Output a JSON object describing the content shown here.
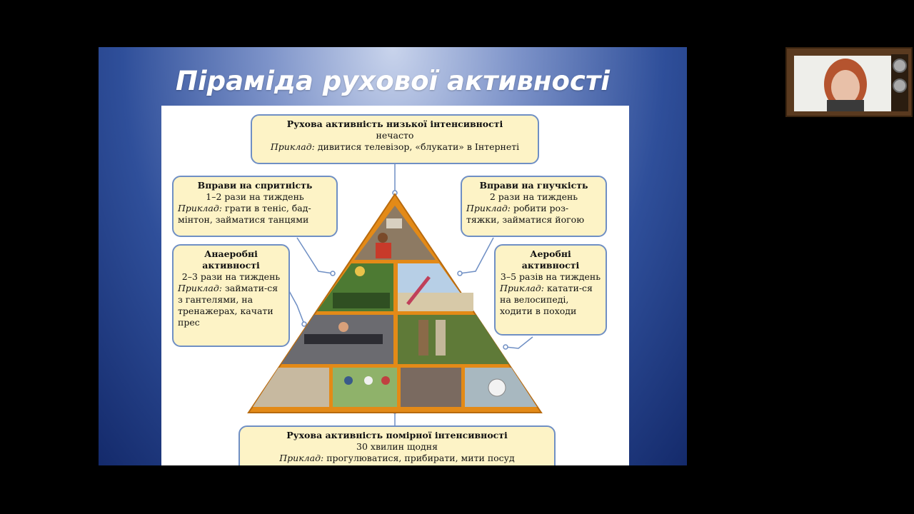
{
  "slide": {
    "title": "Піраміда рухової активності"
  },
  "boxes": {
    "top": {
      "head": "Рухова активність низької інтенсивності",
      "freq": "нечасто",
      "ex_label": "Приклад:",
      "ex_text": "дивитися телевізор, «блукати» в Інтернеті"
    },
    "agility": {
      "head": "Вправи на спритність",
      "freq": "1–2 рази на тиждень",
      "ex_label": "Приклад:",
      "ex_text": "грати в теніс, бад-мінтон, займатися танцями"
    },
    "flexibility": {
      "head": "Вправи на гнучкість",
      "freq": "2 рази на тиждень",
      "ex_label": "Приклад:",
      "ex_text": "робити роз-тяжки, займатися йогою"
    },
    "anaerobic": {
      "head": "Анаеробні активності",
      "freq": "2–3 рази на тиждень",
      "ex_label": "Приклад:",
      "ex_text": "займати-ся з гантелями, на тренажерах, качати прес"
    },
    "aerobic": {
      "head": "Аеробні активності",
      "freq": "3–5 разів на тиждень",
      "ex_label": "Приклад:",
      "ex_text": "катати-ся на велосипеді, ходити в походи"
    },
    "bottom": {
      "head": "Рухова активність помірної інтенсивності",
      "freq": "30 хвилин щодня",
      "ex_label": "Приклад:",
      "ex_text": "прогулюватися, прибирати, мити посуд"
    }
  },
  "colors": {
    "box_fill": "#fdf3c6",
    "box_border": "#6f8fc4",
    "pyramid_orange": "#e38a17",
    "slide_blue": "#2f4f9a"
  }
}
